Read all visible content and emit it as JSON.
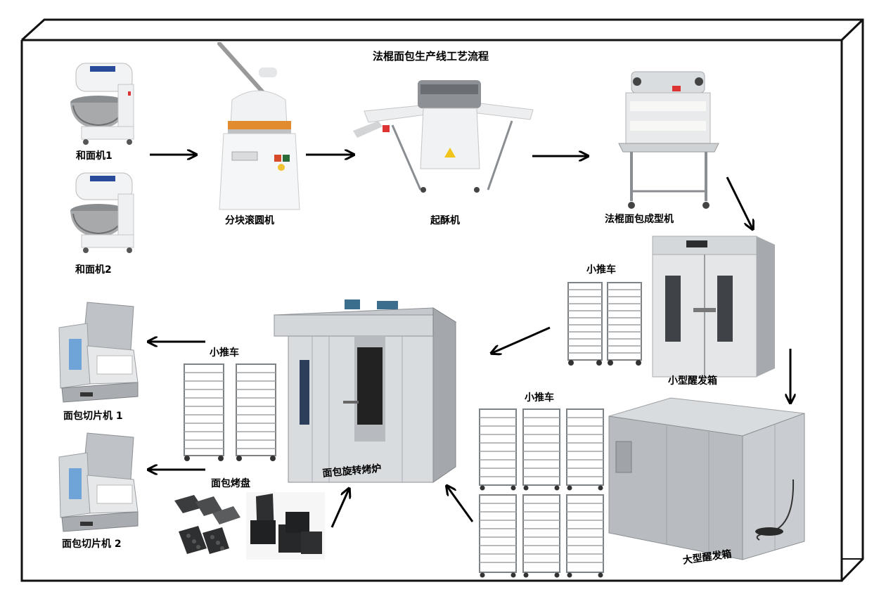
{
  "title": "法棍面包生产线工艺流程",
  "labels": {
    "mixer1": "和面机1",
    "mixer2": "和面机2",
    "divider": "分块滚圆机",
    "sheeter": "起酥机",
    "moulder": "法棍面包成型机",
    "small_proofer": "小型醒发箱",
    "large_proofer": "大型醒发箱",
    "oven": "面包旋转烤炉",
    "trolley_a": "小推车",
    "trolley_b": "小推车",
    "trolley_c": "小推车",
    "trays": "面包烤盘",
    "slicer1": "面包切片机 1",
    "slicer2": "面包切片机 2"
  },
  "colors": {
    "steel_light": "#e6e8ea",
    "steel_mid": "#b9bdc1",
    "steel_dark": "#7d8287",
    "white_body": "#f4f5f6",
    "tray_dark": "#2d2f31",
    "accent_orange": "#e08a2a",
    "arrow": "#000000"
  }
}
